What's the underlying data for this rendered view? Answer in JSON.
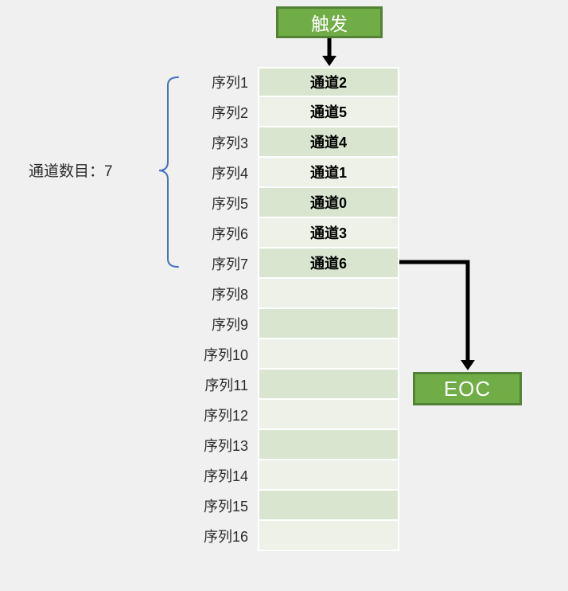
{
  "trigger": {
    "label": "触发"
  },
  "eoc": {
    "label": "EOC"
  },
  "left": {
    "count_label": "通道数目：7"
  },
  "sequence": {
    "rows": [
      {
        "seq": "序列1",
        "channel": "通道2"
      },
      {
        "seq": "序列2",
        "channel": "通道5"
      },
      {
        "seq": "序列3",
        "channel": "通道4"
      },
      {
        "seq": "序列4",
        "channel": "通道1"
      },
      {
        "seq": "序列5",
        "channel": "通道0"
      },
      {
        "seq": "序列6",
        "channel": "通道3"
      },
      {
        "seq": "序列7",
        "channel": "通道6"
      },
      {
        "seq": "序列8",
        "channel": ""
      },
      {
        "seq": "序列9",
        "channel": ""
      },
      {
        "seq": "序列10",
        "channel": ""
      },
      {
        "seq": "序列11",
        "channel": ""
      },
      {
        "seq": "序列12",
        "channel": ""
      },
      {
        "seq": "序列13",
        "channel": ""
      },
      {
        "seq": "序列14",
        "channel": ""
      },
      {
        "seq": "序列15",
        "channel": ""
      },
      {
        "seq": "序列16",
        "channel": ""
      }
    ]
  },
  "colors": {
    "background": "#F0F0F0",
    "box_fill": "#70AD47",
    "box_border": "#538135",
    "box_text": "#FFFFFF",
    "row_dark": "#D9E5CE",
    "row_light": "#EDF1E8",
    "separator": "#FFFFFF",
    "arrow": "#000000",
    "bracket": "#4472C4",
    "label_text": "#2B2B2B",
    "cell_text": "#000000"
  }
}
